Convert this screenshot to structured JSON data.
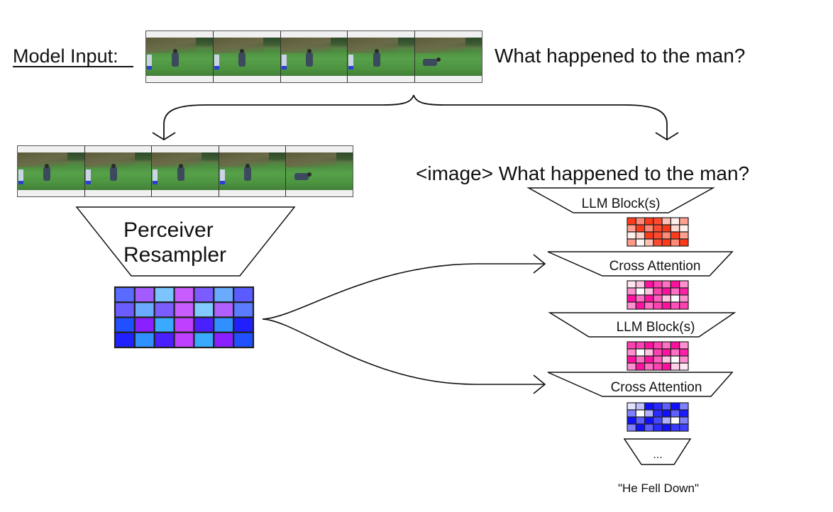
{
  "model_input": {
    "label": "Model Input:",
    "question": "What happened to the man?",
    "frames": [
      "frame-1",
      "frame-2",
      "frame-3",
      "frame-4",
      "frame-5"
    ]
  },
  "perceiver": {
    "label_line1": "Perceiver",
    "label_line2": "Resampler",
    "frames": [
      "frame-1",
      "frame-2",
      "frame-3",
      "frame-4",
      "frame-5"
    ],
    "latent_grid": {
      "rows": 4,
      "cols": 7,
      "colors": [
        [
          "#5a6cff",
          "#a35cff",
          "#7cc4ff",
          "#c85cff",
          "#7a5cff",
          "#6aaaff",
          "#5a5cff"
        ],
        [
          "#6a5cff",
          "#6aaaff",
          "#7a5cff",
          "#c85cff",
          "#80caff",
          "#b060ff",
          "#5a7cff"
        ],
        [
          "#2050ff",
          "#8a20ff",
          "#3aaaff",
          "#c040ff",
          "#4a20ff",
          "#3090ff",
          "#2020ff"
        ],
        [
          "#2020ff",
          "#3090ff",
          "#4a20ff",
          "#c040ff",
          "#3aaaff",
          "#8a20ff",
          "#2050ff"
        ]
      ]
    }
  },
  "llm": {
    "prompt": "<image> What happened to the man?",
    "blocks": [
      {
        "type": "llm",
        "label": "LLM Block(s)"
      },
      {
        "type": "cross",
        "label": "Cross Attention"
      },
      {
        "type": "llm",
        "label": "LLM Block(s)"
      },
      {
        "type": "cross",
        "label": "Cross Attention"
      },
      {
        "type": "more",
        "label": "..."
      }
    ],
    "hidden_grids": [
      {
        "name": "red",
        "colors": [
          [
            "#ff3a1a",
            "#ff8a78",
            "#ff3a1a",
            "#ff4a30",
            "#ffc0b4",
            "#fff0ec",
            "#ffa090"
          ],
          [
            "#ffa090",
            "#ff3a1a",
            "#ff8a78",
            "#ff4a30",
            "#ff3a1a",
            "#ffd8d0",
            "#fff0ec"
          ],
          [
            "#fff0ec",
            "#ffd0c8",
            "#ff3a1a",
            "#ff4a30",
            "#ff8a78",
            "#ff3a1a",
            "#ffa090"
          ],
          [
            "#ff9a88",
            "#fff6f4",
            "#ffc0b4",
            "#ff4a30",
            "#ff3a1a",
            "#ff8a78",
            "#ff3a1a"
          ]
        ]
      },
      {
        "name": "pink-1",
        "colors": [
          [
            "#ffe4f2",
            "#ffc4e2",
            "#ff10a0",
            "#ff40b0",
            "#ff70c4",
            "#ff10a0",
            "#ff90d0"
          ],
          [
            "#ff90d0",
            "#ffffff",
            "#ffc4e2",
            "#ff40b0",
            "#ff10a0",
            "#ff70c4",
            "#ff20a8"
          ],
          [
            "#ff10a0",
            "#ff70c4",
            "#ff10a0",
            "#ff60c0",
            "#ffc4e2",
            "#ffffff",
            "#ff90d0"
          ],
          [
            "#ff90d0",
            "#ff10a0",
            "#ff70c4",
            "#ff40b0",
            "#ff10a0",
            "#ff50b8",
            "#ff40b0"
          ]
        ]
      },
      {
        "name": "pink-2",
        "colors": [
          [
            "#ff40b0",
            "#ff40b0",
            "#ff10a0",
            "#ff40b0",
            "#ff70c4",
            "#ff10a0",
            "#ff90d0"
          ],
          [
            "#ff90d0",
            "#ffffff",
            "#ffc4e2",
            "#ff40b0",
            "#ff10a0",
            "#ff70c4",
            "#ff20a8"
          ],
          [
            "#ff10a0",
            "#ff70c4",
            "#ff10a0",
            "#ff60c0",
            "#ffc4e2",
            "#ffffff",
            "#ff90d0"
          ],
          [
            "#ff90d0",
            "#ff10a0",
            "#ff70c4",
            "#ff40b0",
            "#ff10a0",
            "#ffd0ea",
            "#ffe8f4"
          ]
        ]
      },
      {
        "name": "blue",
        "colors": [
          [
            "#e4e4ff",
            "#c0c0ff",
            "#1010ff",
            "#2a2aff",
            "#6060ff",
            "#1010ff",
            "#8080ff"
          ],
          [
            "#8080ff",
            "#ffffff",
            "#b0b0ff",
            "#2a2aff",
            "#1010ff",
            "#6060ff",
            "#1a1aff"
          ],
          [
            "#1010ff",
            "#6060ff",
            "#1010ff",
            "#4848ff",
            "#b0b0ff",
            "#ffffff",
            "#8080ff"
          ],
          [
            "#8080ff",
            "#1010ff",
            "#6060ff",
            "#2a2aff",
            "#1010ff",
            "#3a3aff",
            "#4040ff"
          ]
        ]
      }
    ],
    "output": "\"He Fell Down\""
  }
}
